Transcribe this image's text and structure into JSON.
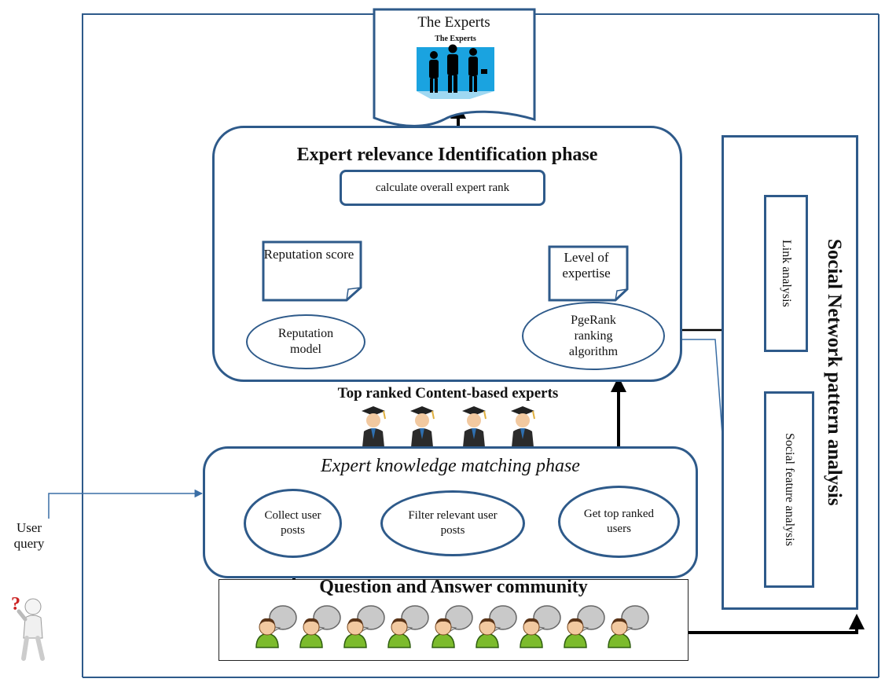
{
  "outputs": {
    "experts_title": "The Experts",
    "experts_image_caption": "The Experts"
  },
  "identification_phase": {
    "title": "Expert relevance Identification phase",
    "overall_rank": "calculate overall expert rank",
    "reputation_score": "Reputation score",
    "level_of_expertise": "Level of expertise",
    "reputation_model": "Reputation model",
    "pagerank": "PgeRank ranking algorithm"
  },
  "top_ranked_label": "Top ranked Content-based  experts",
  "matching_phase": {
    "title": "Expert knowledge matching phase",
    "collect": "Collect user posts",
    "filter": "Filter relevant user posts",
    "get_top": "Get top ranked users"
  },
  "qa_community": {
    "title": "Question and Answer community"
  },
  "social_network": {
    "title": "Social Network pattern analysis",
    "link_analysis": "Link analysis",
    "social_feature": "Social feature analysis"
  },
  "user_query": {
    "label": "User query"
  },
  "icons": {
    "experts_image": "business-people-icon",
    "graduate": "graduate-icon",
    "community_user": "user-speech-bubble-icon",
    "query_user": "question-mark-person-icon"
  },
  "colors": {
    "box_border": "#2e5a8a",
    "arrow_thin": "#3a6ea5",
    "arrow_thick": "#000000",
    "graduate_gown": "#2b2b2b",
    "community_face": "#7cbb2c",
    "speech_bubble": "#c9c9c9"
  }
}
